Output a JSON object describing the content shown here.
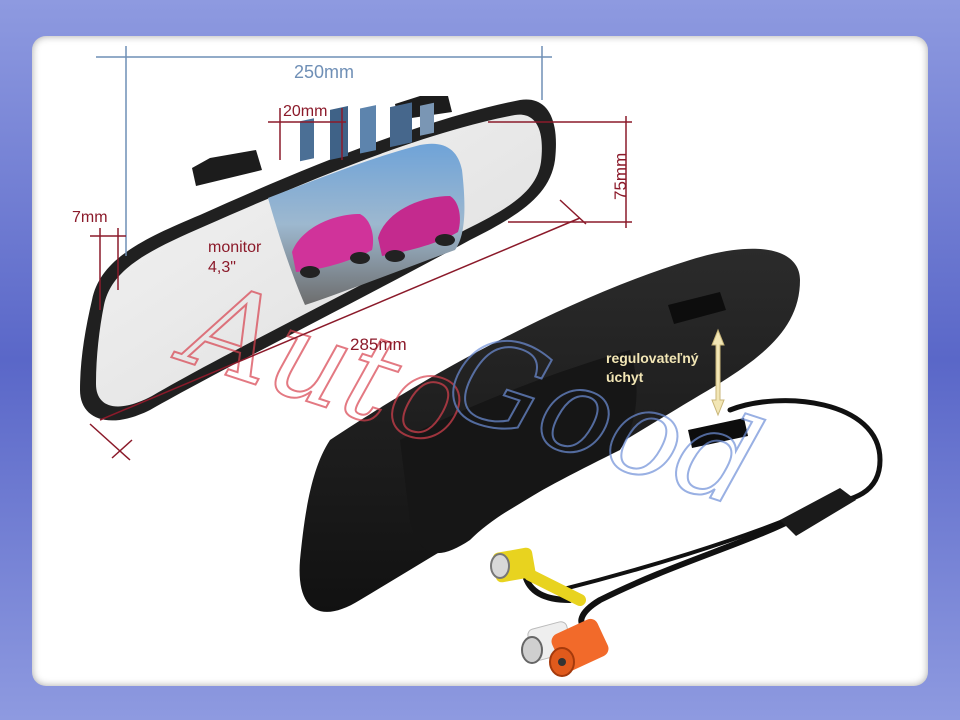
{
  "dimensions": {
    "width": "250mm",
    "length": "285mm",
    "height": "75mm",
    "mount": "20mm",
    "thickness": "7mm"
  },
  "monitor_label": {
    "line1": "monitor",
    "line2": "4,3\""
  },
  "mount_label": {
    "line1": "regulovateľný",
    "line2": "úchyt"
  },
  "watermark": "AutoGood",
  "colors": {
    "dim_blue": "#5a7fa8",
    "dim_red": "#8b1a2a",
    "frame": "#5a67c8",
    "label_blue": "#4a6d94"
  }
}
